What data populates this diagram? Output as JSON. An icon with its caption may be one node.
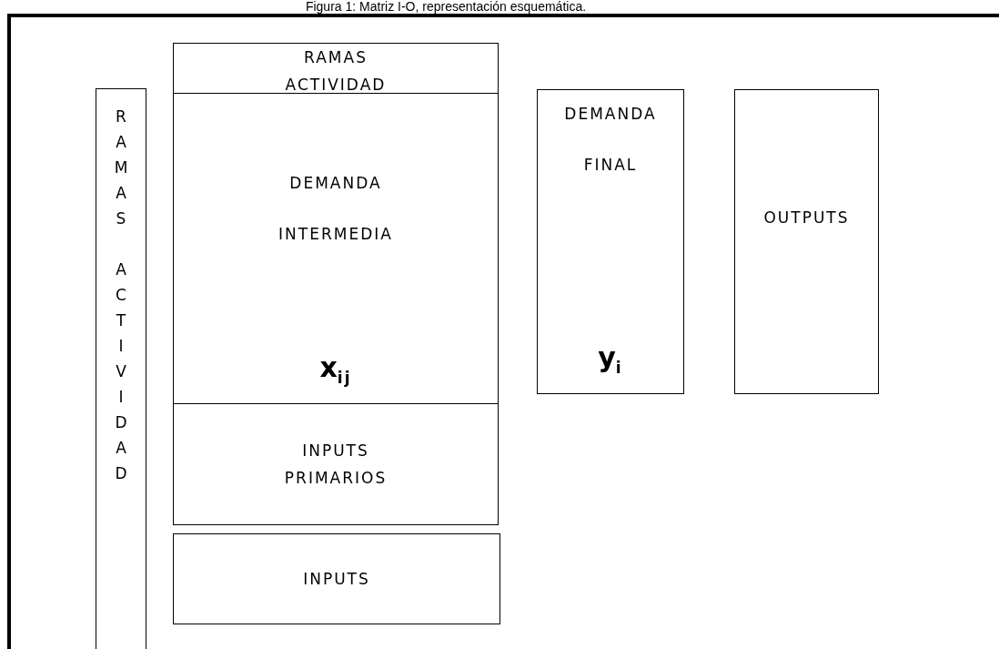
{
  "diagram": {
    "title": "Figura 1: Matriz I-O, representación esquemática.",
    "nodes": [
      {
        "text": [
          "RAMAS ACTIVIDAD"
        ]
      },
      {
        "text": [
          "RAMAS ACTIVIDAD"
        ]
      },
      {
        "text": [
          "DEMANDA INTERMEDIA",
          "x$_{ij}$"
        ]
      },
      {
        "text": [
          "INPUTS PRIMARIOS"
        ]
      },
      {
        "text": [
          "INPUTS"
        ]
      },
      {
        "text": [
          "DEMANDA FINAL",
          "y$_{i}$"
        ]
      },
      {
        "text": [
          "OUTPUTS"
        ]
      }
    ],
    "edges": []
  }
}
